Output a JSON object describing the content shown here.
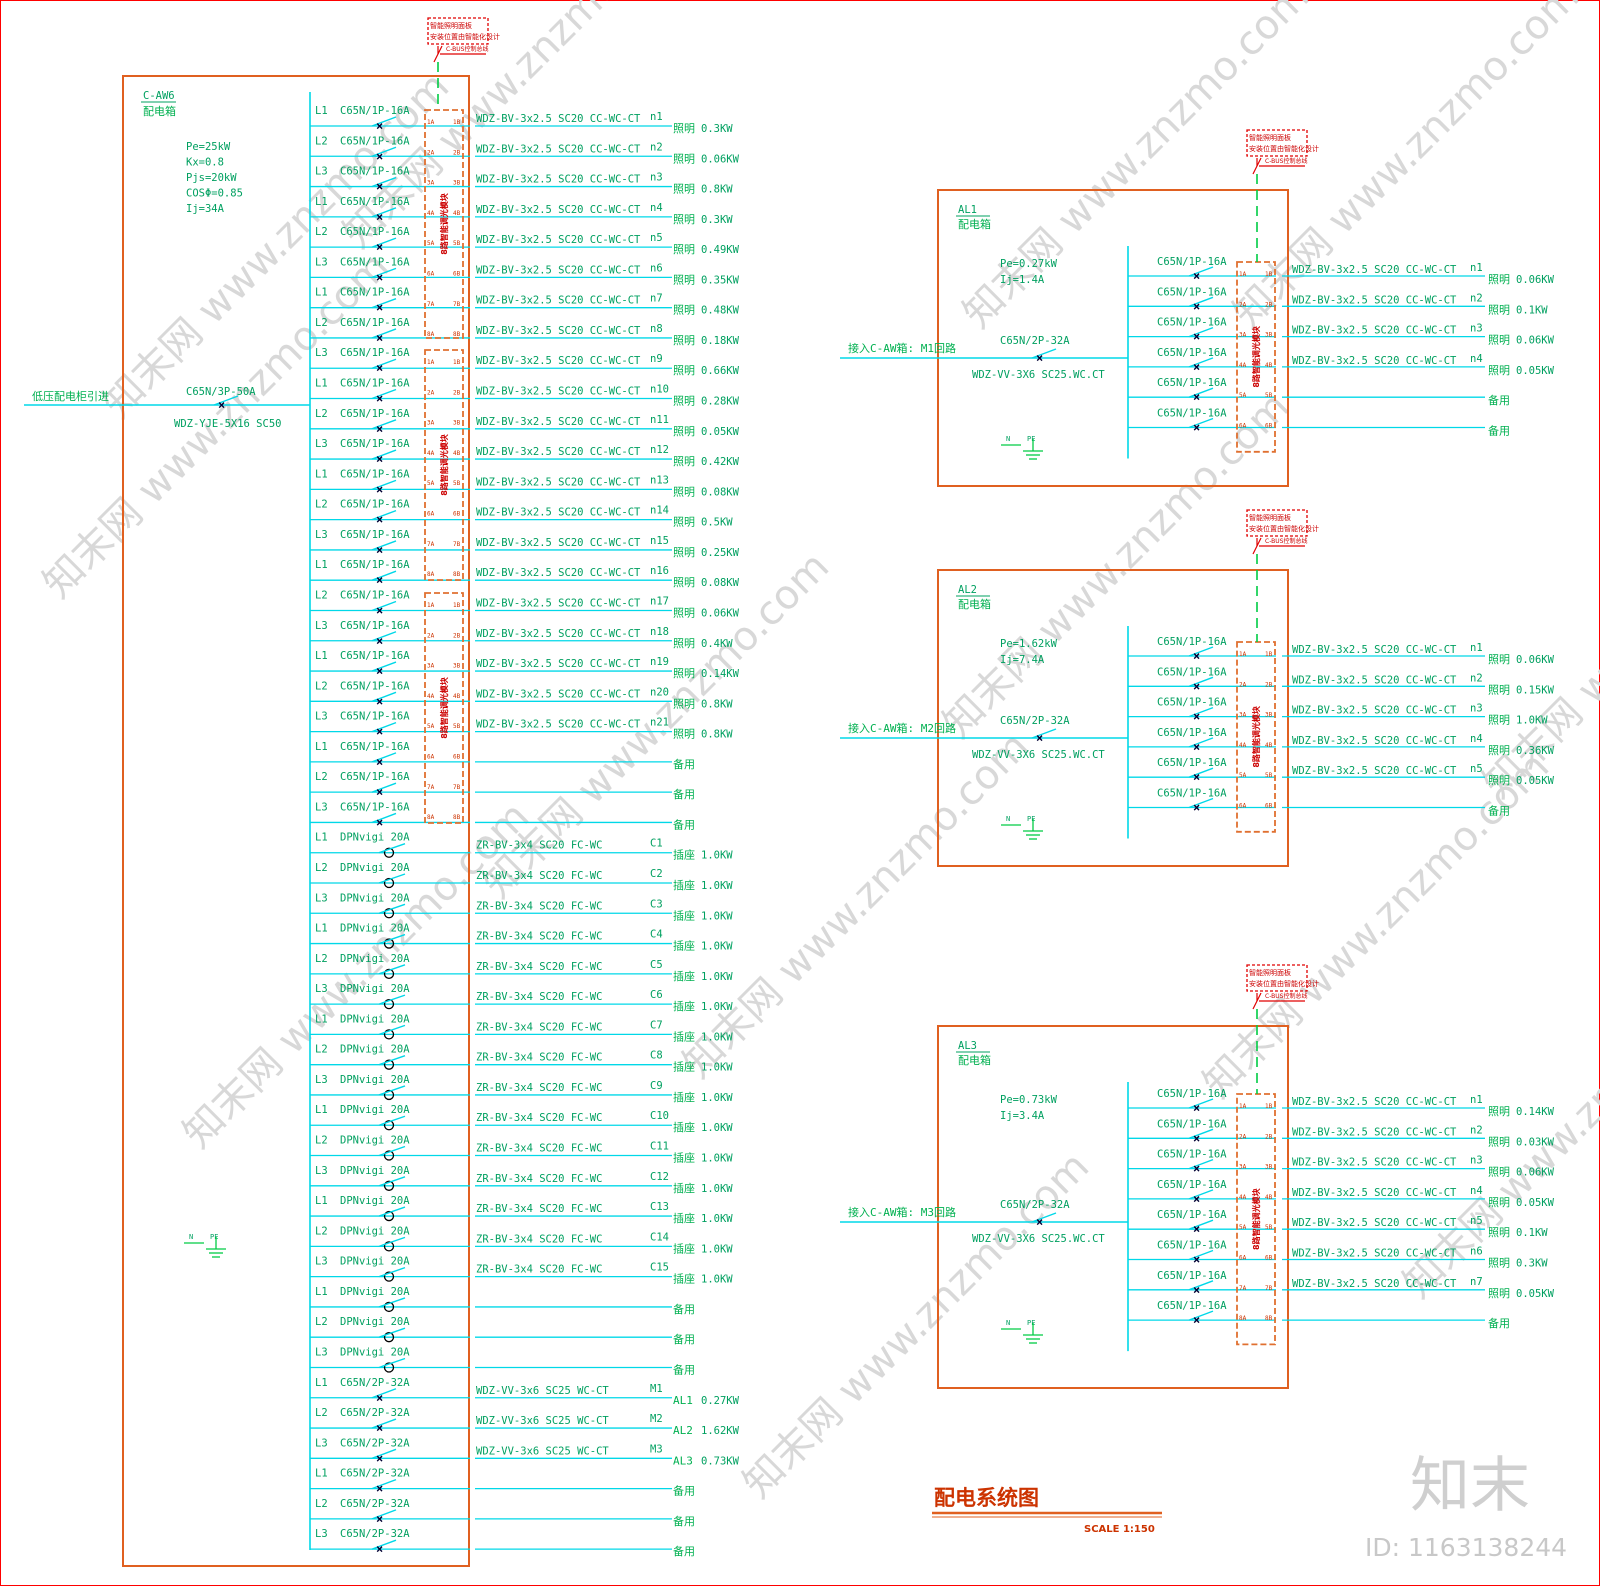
{
  "title": "配电系统图",
  "scale": "SCALE    1:150",
  "watermark": {
    "brand": "知末",
    "id": "ID: 1163138244",
    "tile": "知末网 www.znzmo.com"
  },
  "module_note": [
    "智能照明面板",
    "安装位置由智能化设计"
  ],
  "bus_label": "C-BUS控制总线",
  "module_label": "8路智能调光模块",
  "main_panel": {
    "name": "C-AW6",
    "sub": "配电箱",
    "params": [
      "Pe=25kW",
      "Kx=0.8",
      "Pjs=20kW",
      "COSΦ=0.85",
      "Ij=34A"
    ],
    "incoming": {
      "label": "低压配电柜引进",
      "breaker": "C65N/3P-50A",
      "cable": "WDZ-YJE-5X16  SC50"
    },
    "circuits": [
      {
        "ph": "L1",
        "brk": "C65N/1P-16A",
        "cable": "WDZ-BV-3x2.5 SC20 CC-WC-CT",
        "id": "n1",
        "use": "照明",
        "load": "0.3KW"
      },
      {
        "ph": "L2",
        "brk": "C65N/1P-16A",
        "cable": "WDZ-BV-3x2.5 SC20 CC-WC-CT",
        "id": "n2",
        "use": "照明",
        "load": "0.06KW"
      },
      {
        "ph": "L3",
        "brk": "C65N/1P-16A",
        "cable": "WDZ-BV-3x2.5 SC20 CC-WC-CT",
        "id": "n3",
        "use": "照明",
        "load": "0.8KW"
      },
      {
        "ph": "L1",
        "brk": "C65N/1P-16A",
        "cable": "WDZ-BV-3x2.5 SC20 CC-WC-CT",
        "id": "n4",
        "use": "照明",
        "load": "0.3KW"
      },
      {
        "ph": "L2",
        "brk": "C65N/1P-16A",
        "cable": "WDZ-BV-3x2.5 SC20 CC-WC-CT",
        "id": "n5",
        "use": "照明",
        "load": "0.49KW"
      },
      {
        "ph": "L3",
        "brk": "C65N/1P-16A",
        "cable": "WDZ-BV-3x2.5 SC20 CC-WC-CT",
        "id": "n6",
        "use": "照明",
        "load": "0.35KW"
      },
      {
        "ph": "L1",
        "brk": "C65N/1P-16A",
        "cable": "WDZ-BV-3x2.5 SC20 CC-WC-CT",
        "id": "n7",
        "use": "照明",
        "load": "0.48KW"
      },
      {
        "ph": "L2",
        "brk": "C65N/1P-16A",
        "cable": "WDZ-BV-3x2.5 SC20 CC-WC-CT",
        "id": "n8",
        "use": "照明",
        "load": "0.18KW"
      },
      {
        "ph": "L3",
        "brk": "C65N/1P-16A",
        "cable": "WDZ-BV-3x2.5 SC20 CC-WC-CT",
        "id": "n9",
        "use": "照明",
        "load": "0.66KW"
      },
      {
        "ph": "L1",
        "brk": "C65N/1P-16A",
        "cable": "WDZ-BV-3x2.5 SC20 CC-WC-CT",
        "id": "n10",
        "use": "照明",
        "load": "0.28KW"
      },
      {
        "ph": "L2",
        "brk": "C65N/1P-16A",
        "cable": "WDZ-BV-3x2.5 SC20 CC-WC-CT",
        "id": "n11",
        "use": "照明",
        "load": "0.05KW"
      },
      {
        "ph": "L3",
        "brk": "C65N/1P-16A",
        "cable": "WDZ-BV-3x2.5 SC20 CC-WC-CT",
        "id": "n12",
        "use": "照明",
        "load": "0.42KW"
      },
      {
        "ph": "L1",
        "brk": "C65N/1P-16A",
        "cable": "WDZ-BV-3x2.5 SC20 CC-WC-CT",
        "id": "n13",
        "use": "照明",
        "load": "0.08KW"
      },
      {
        "ph": "L2",
        "brk": "C65N/1P-16A",
        "cable": "WDZ-BV-3x2.5 SC20 CC-WC-CT",
        "id": "n14",
        "use": "照明",
        "load": "0.5KW"
      },
      {
        "ph": "L3",
        "brk": "C65N/1P-16A",
        "cable": "WDZ-BV-3x2.5 SC20 CC-WC-CT",
        "id": "n15",
        "use": "照明",
        "load": "0.25KW"
      },
      {
        "ph": "L1",
        "brk": "C65N/1P-16A",
        "cable": "WDZ-BV-3x2.5 SC20 CC-WC-CT",
        "id": "n16",
        "use": "照明",
        "load": "0.08KW"
      },
      {
        "ph": "L2",
        "brk": "C65N/1P-16A",
        "cable": "WDZ-BV-3x2.5 SC20 CC-WC-CT",
        "id": "n17",
        "use": "照明",
        "load": "0.06KW"
      },
      {
        "ph": "L3",
        "brk": "C65N/1P-16A",
        "cable": "WDZ-BV-3x2.5 SC20 CC-WC-CT",
        "id": "n18",
        "use": "照明",
        "load": "0.4KW"
      },
      {
        "ph": "L1",
        "brk": "C65N/1P-16A",
        "cable": "WDZ-BV-3x2.5 SC20 CC-WC-CT",
        "id": "n19",
        "use": "照明",
        "load": "0.14KW"
      },
      {
        "ph": "L2",
        "brk": "C65N/1P-16A",
        "cable": "WDZ-BV-3x2.5 SC20 CC-WC-CT",
        "id": "n20",
        "use": "照明",
        "load": "0.8KW"
      },
      {
        "ph": "L3",
        "brk": "C65N/1P-16A",
        "cable": "WDZ-BV-3x2.5 SC20 CC-WC-CT",
        "id": "n21",
        "use": "照明",
        "load": "0.8KW"
      },
      {
        "ph": "L1",
        "brk": "C65N/1P-16A",
        "cable": "",
        "id": "",
        "use": "备用",
        "load": ""
      },
      {
        "ph": "L2",
        "brk": "C65N/1P-16A",
        "cable": "",
        "id": "",
        "use": "备用",
        "load": ""
      },
      {
        "ph": "L3",
        "brk": "C65N/1P-16A",
        "cable": "",
        "id": "",
        "use": "备用",
        "load": ""
      },
      {
        "ph": "L1",
        "brk": "DPNvigi 20A",
        "cable": "ZR-BV-3x4 SC20 FC-WC",
        "id": "C1",
        "use": "插座",
        "load": "1.0KW"
      },
      {
        "ph": "L2",
        "brk": "DPNvigi 20A",
        "cable": "ZR-BV-3x4 SC20 FC-WC",
        "id": "C2",
        "use": "插座",
        "load": "1.0KW"
      },
      {
        "ph": "L3",
        "brk": "DPNvigi 20A",
        "cable": "ZR-BV-3x4 SC20 FC-WC",
        "id": "C3",
        "use": "插座",
        "load": "1.0KW"
      },
      {
        "ph": "L1",
        "brk": "DPNvigi 20A",
        "cable": "ZR-BV-3x4 SC20 FC-WC",
        "id": "C4",
        "use": "插座",
        "load": "1.0KW"
      },
      {
        "ph": "L2",
        "brk": "DPNvigi 20A",
        "cable": "ZR-BV-3x4 SC20 FC-WC",
        "id": "C5",
        "use": "插座",
        "load": "1.0KW"
      },
      {
        "ph": "L3",
        "brk": "DPNvigi 20A",
        "cable": "ZR-BV-3x4 SC20 FC-WC",
        "id": "C6",
        "use": "插座",
        "load": "1.0KW"
      },
      {
        "ph": "L1",
        "brk": "DPNvigi 20A",
        "cable": "ZR-BV-3x4 SC20 FC-WC",
        "id": "C7",
        "use": "插座",
        "load": "1.0KW"
      },
      {
        "ph": "L2",
        "brk": "DPNvigi 20A",
        "cable": "ZR-BV-3x4 SC20 FC-WC",
        "id": "C8",
        "use": "插座",
        "load": "1.0KW"
      },
      {
        "ph": "L3",
        "brk": "DPNvigi 20A",
        "cable": "ZR-BV-3x4 SC20 FC-WC",
        "id": "C9",
        "use": "插座",
        "load": "1.0KW"
      },
      {
        "ph": "L1",
        "brk": "DPNvigi 20A",
        "cable": "ZR-BV-3x4 SC20 FC-WC",
        "id": "C10",
        "use": "插座",
        "load": "1.0KW"
      },
      {
        "ph": "L2",
        "brk": "DPNvigi 20A",
        "cable": "ZR-BV-3x4 SC20 FC-WC",
        "id": "C11",
        "use": "插座",
        "load": "1.0KW"
      },
      {
        "ph": "L3",
        "brk": "DPNvigi 20A",
        "cable": "ZR-BV-3x4 SC20 FC-WC",
        "id": "C12",
        "use": "插座",
        "load": "1.0KW"
      },
      {
        "ph": "L1",
        "brk": "DPNvigi 20A",
        "cable": "ZR-BV-3x4 SC20 FC-WC",
        "id": "C13",
        "use": "插座",
        "load": "1.0KW"
      },
      {
        "ph": "L2",
        "brk": "DPNvigi 20A",
        "cable": "ZR-BV-3x4 SC20 FC-WC",
        "id": "C14",
        "use": "插座",
        "load": "1.0KW"
      },
      {
        "ph": "L3",
        "brk": "DPNvigi 20A",
        "cable": "ZR-BV-3x4 SC20 FC-WC",
        "id": "C15",
        "use": "插座",
        "load": "1.0KW"
      },
      {
        "ph": "L1",
        "brk": "DPNvigi 20A",
        "cable": "",
        "id": "",
        "use": "备用",
        "load": ""
      },
      {
        "ph": "L2",
        "brk": "DPNvigi 20A",
        "cable": "",
        "id": "",
        "use": "备用",
        "load": ""
      },
      {
        "ph": "L3",
        "brk": "DPNvigi 20A",
        "cable": "",
        "id": "",
        "use": "备用",
        "load": ""
      },
      {
        "ph": "L1",
        "brk": "C65N/2P-32A",
        "cable": "WDZ-VV-3x6 SC25 WC-CT",
        "id": "M1",
        "use": "AL1",
        "load": "0.27KW"
      },
      {
        "ph": "L2",
        "brk": "C65N/2P-32A",
        "cable": "WDZ-VV-3x6 SC25 WC-CT",
        "id": "M2",
        "use": "AL2",
        "load": "1.62KW"
      },
      {
        "ph": "L3",
        "brk": "C65N/2P-32A",
        "cable": "WDZ-VV-3x6 SC25 WC-CT",
        "id": "M3",
        "use": "AL3",
        "load": "0.73KW"
      },
      {
        "ph": "L1",
        "brk": "C65N/2P-32A",
        "cable": "",
        "id": "",
        "use": "备用",
        "load": ""
      },
      {
        "ph": "L2",
        "brk": "C65N/2P-32A",
        "cable": "",
        "id": "",
        "use": "备用",
        "load": ""
      },
      {
        "ph": "L3",
        "brk": "C65N/2P-32A",
        "cable": "",
        "id": "",
        "use": "备用",
        "load": ""
      }
    ]
  },
  "sub_panels": [
    {
      "name": "AL1",
      "sub": "配电箱",
      "params": [
        "Pe=0.27kW",
        "Ij=1.4A"
      ],
      "incoming": {
        "label": "接入C-AW箱: M1回路",
        "breaker": "C65N/2P-32A",
        "cable": "WDZ-VV-3X6 SC25.WC.CT"
      },
      "circuits": [
        {
          "brk": "C65N/1P-16A",
          "cable": "WDZ-BV-3x2.5 SC20 CC-WC-CT",
          "id": "n1",
          "use": "照明",
          "load": "0.06KW"
        },
        {
          "brk": "C65N/1P-16A",
          "cable": "WDZ-BV-3x2.5 SC20 CC-WC-CT",
          "id": "n2",
          "use": "照明",
          "load": "0.1KW"
        },
        {
          "brk": "C65N/1P-16A",
          "cable": "WDZ-BV-3x2.5 SC20 CC-WC-CT",
          "id": "n3",
          "use": "照明",
          "load": "0.06KW"
        },
        {
          "brk": "C65N/1P-16A",
          "cable": "WDZ-BV-3x2.5 SC20 CC-WC-CT",
          "id": "n4",
          "use": "照明",
          "load": "0.05KW"
        },
        {
          "brk": "C65N/1P-16A",
          "cable": "",
          "id": "",
          "use": "备用",
          "load": ""
        },
        {
          "brk": "C65N/1P-16A",
          "cable": "",
          "id": "",
          "use": "备用",
          "load": ""
        }
      ]
    },
    {
      "name": "AL2",
      "sub": "配电箱",
      "params": [
        "Pe=1.62kW",
        "Ij=7.4A"
      ],
      "incoming": {
        "label": "接入C-AW箱: M2回路",
        "breaker": "C65N/2P-32A",
        "cable": "WDZ-VV-3X6 SC25.WC.CT"
      },
      "circuits": [
        {
          "brk": "C65N/1P-16A",
          "cable": "WDZ-BV-3x2.5 SC20 CC-WC-CT",
          "id": "n1",
          "use": "照明",
          "load": "0.06KW"
        },
        {
          "brk": "C65N/1P-16A",
          "cable": "WDZ-BV-3x2.5 SC20 CC-WC-CT",
          "id": "n2",
          "use": "照明",
          "load": "0.15KW"
        },
        {
          "brk": "C65N/1P-16A",
          "cable": "WDZ-BV-3x2.5 SC20 CC-WC-CT",
          "id": "n3",
          "use": "照明",
          "load": "1.0KW"
        },
        {
          "brk": "C65N/1P-16A",
          "cable": "WDZ-BV-3x2.5 SC20 CC-WC-CT",
          "id": "n4",
          "use": "照明",
          "load": "0.36KW"
        },
        {
          "brk": "C65N/1P-16A",
          "cable": "WDZ-BV-3x2.5 SC20 CC-WC-CT",
          "id": "n5",
          "use": "照明",
          "load": "0.05KW"
        },
        {
          "brk": "C65N/1P-16A",
          "cable": "",
          "id": "",
          "use": "备用",
          "load": ""
        }
      ]
    },
    {
      "name": "AL3",
      "sub": "配电箱",
      "params": [
        "Pe=0.73kW",
        "Ij=3.4A"
      ],
      "incoming": {
        "label": "接入C-AW箱: M3回路",
        "breaker": "C65N/2P-32A",
        "cable": "WDZ-VV-3X6 SC25.WC.CT"
      },
      "circuits": [
        {
          "brk": "C65N/1P-16A",
          "cable": "WDZ-BV-3x2.5 SC20 CC-WC-CT",
          "id": "n1",
          "use": "照明",
          "load": "0.14KW"
        },
        {
          "brk": "C65N/1P-16A",
          "cable": "WDZ-BV-3x2.5 SC20 CC-WC-CT",
          "id": "n2",
          "use": "照明",
          "load": "0.03KW"
        },
        {
          "brk": "C65N/1P-16A",
          "cable": "WDZ-BV-3x2.5 SC20 CC-WC-CT",
          "id": "n3",
          "use": "照明",
          "load": "0.06KW"
        },
        {
          "brk": "C65N/1P-16A",
          "cable": "WDZ-BV-3x2.5 SC20 CC-WC-CT",
          "id": "n4",
          "use": "照明",
          "load": "0.05KW"
        },
        {
          "brk": "C65N/1P-16A",
          "cable": "WDZ-BV-3x2.5 SC20 CC-WC-CT",
          "id": "n5",
          "use": "照明",
          "load": "0.1KW"
        },
        {
          "brk": "C65N/1P-16A",
          "cable": "WDZ-BV-3x2.5 SC20 CC-WC-CT",
          "id": "n6",
          "use": "照明",
          "load": "0.3KW"
        },
        {
          "brk": "C65N/1P-16A",
          "cable": "WDZ-BV-3x2.5 SC20 CC-WC-CT",
          "id": "n7",
          "use": "照明",
          "load": "0.05KW"
        },
        {
          "brk": "C65N/1P-16A",
          "cable": "",
          "id": "",
          "use": "备用",
          "load": ""
        }
      ]
    }
  ],
  "colors": {
    "wire": "#00d8e8",
    "frame": "#e06020",
    "text": "#00a060",
    "module": "#e07030",
    "alert": "#e00000",
    "bus": "#00cc44"
  }
}
